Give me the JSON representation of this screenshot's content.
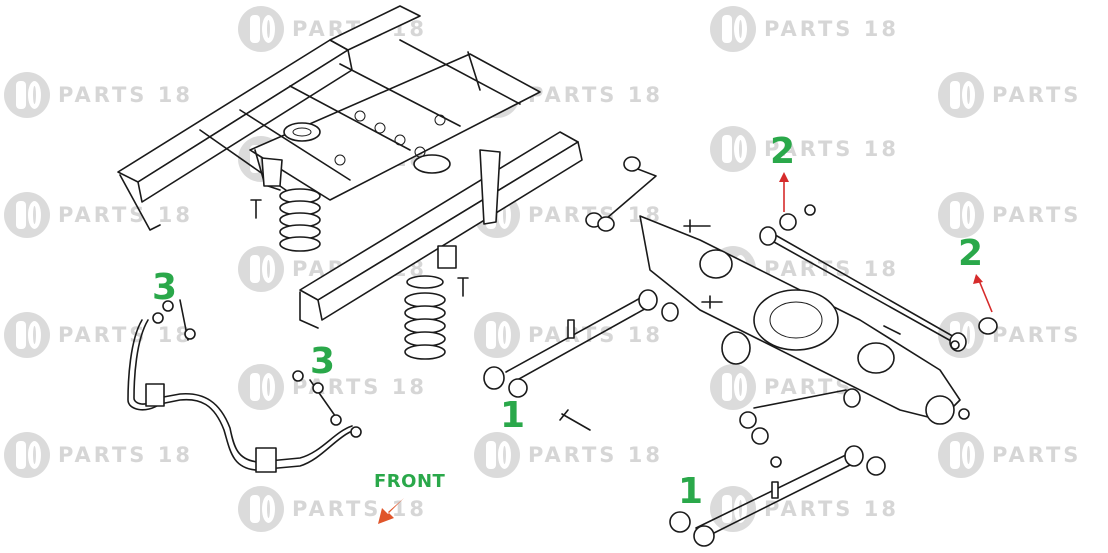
{
  "watermark": {
    "text": "PARTS 18",
    "text_short": "PARTS",
    "color": "#8c8c8c"
  },
  "callouts": {
    "lower_arm_top": "1",
    "lower_arm_bottom": "1",
    "lateral_rod_top": "2",
    "lateral_rod_right": "2",
    "stabilizer_link_left": "3",
    "stabilizer_link_center": "3",
    "color": "#2aa84a"
  },
  "front_indicator": {
    "label": "FRONT",
    "arrow_color": "#e0552a"
  },
  "arrow_color": "#d62b2b"
}
